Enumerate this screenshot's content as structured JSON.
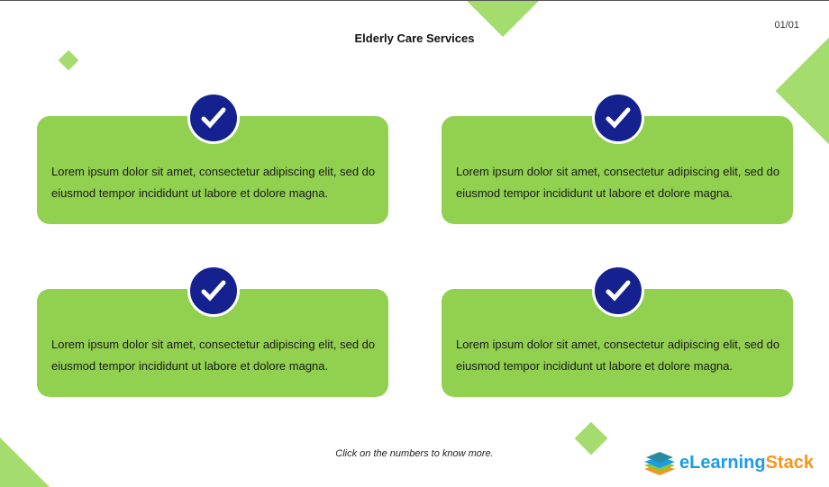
{
  "header": {
    "title": "Elderly Care Services",
    "page_indicator": "01/01"
  },
  "cards": [
    {
      "text": "Lorem ipsum dolor sit amet, consectetur adipiscing elit, sed do eiusmod tempor incididunt ut labore et dolore magna.",
      "icon": "check-icon"
    },
    {
      "text": "Lorem ipsum dolor sit amet, consectetur adipiscing elit, sed do eiusmod tempor incididunt ut labore et dolore magna.",
      "icon": "check-icon"
    },
    {
      "text": "Lorem ipsum dolor sit amet, consectetur adipiscing elit, sed do eiusmod tempor incididunt ut labore et dolore magna.",
      "icon": "check-icon"
    },
    {
      "text": "Lorem ipsum dolor sit amet, consectetur adipiscing elit, sed do eiusmod tempor incididunt ut labore et dolore magna.",
      "icon": "check-icon"
    }
  ],
  "footer": {
    "hint": "Click on the numbers to know more.",
    "logo_part1": "eLearning",
    "logo_part2": "Stack"
  },
  "colors": {
    "card": "#92d050",
    "badge": "#14218f",
    "decor": "#a5dc6e",
    "logo_blue": "#1e9be6",
    "logo_orange": "#f7941d"
  }
}
